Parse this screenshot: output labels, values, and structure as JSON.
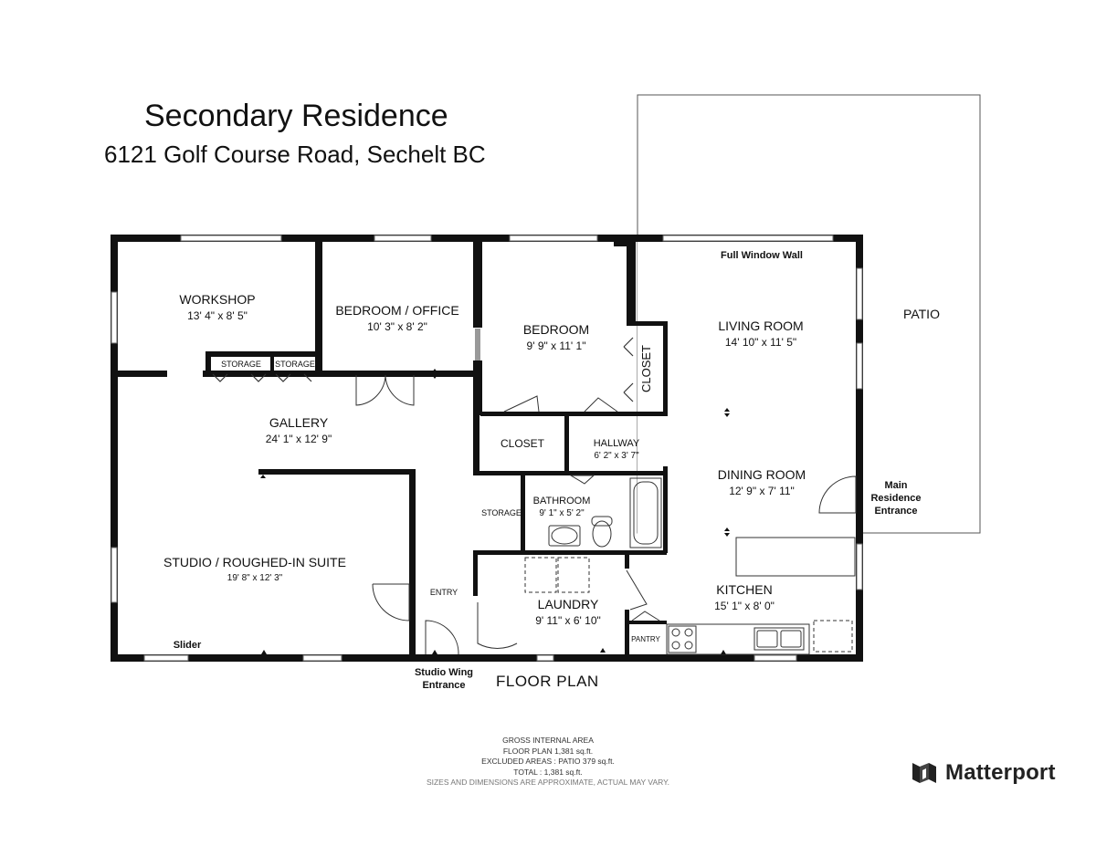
{
  "header": {
    "title": "Secondary Residence",
    "address": "6121 Golf Course Road, Sechelt BC"
  },
  "rooms": {
    "workshop": {
      "name": "WORKSHOP",
      "dim": "13' 4\" x 8' 5\""
    },
    "bedroom_office": {
      "name": "BEDROOM / OFFICE",
      "dim": "10' 3\" x 8' 2\""
    },
    "bedroom": {
      "name": "BEDROOM",
      "dim": "9' 9\" x 11' 1\""
    },
    "living_room": {
      "name": "LIVING ROOM",
      "dim": "14' 10\" x 11' 5\""
    },
    "gallery": {
      "name": "GALLERY",
      "dim": "24' 1\" x 12' 9\""
    },
    "hallway": {
      "name": "HALLWAY",
      "dim": "6' 2\" x 3' 7\""
    },
    "dining_room": {
      "name": "DINING ROOM",
      "dim": "12' 9\" x 7' 11\""
    },
    "bathroom": {
      "name": "BATHROOM",
      "dim": "9' 1\" x 5' 2\""
    },
    "studio": {
      "name": "STUDIO / ROUGHED-IN SUITE",
      "dim": "19' 8\" x 12' 3\""
    },
    "laundry": {
      "name": "LAUNDRY",
      "dim": "9' 11\" x 6' 10\""
    },
    "kitchen": {
      "name": "KITCHEN",
      "dim": "15' 1\" x 8' 0\""
    },
    "patio": {
      "name": "PATIO"
    }
  },
  "labels": {
    "storage": "STORAGE",
    "closet": "CLOSET",
    "pantry": "PANTRY",
    "entry": "ENTRY",
    "full_window_wall": "Full Window Wall",
    "slider": "Slider",
    "studio_entrance_1": "Studio Wing",
    "studio_entrance_2": "Entrance",
    "main_entrance_1": "Main",
    "main_entrance_2": "Residence",
    "main_entrance_3": "Entrance"
  },
  "plan_label": "FLOOR PLAN",
  "area": {
    "heading": "GROSS INTERNAL AREA",
    "floor_plan": "FLOOR PLAN 1,381 sq.ft.",
    "excluded": "EXCLUDED AREAS :  PATIO 379 sq.ft.",
    "total": "TOTAL :  1,381 sq.ft.",
    "disclaimer": "SIZES AND DIMENSIONS ARE APPROXIMATE, ACTUAL MAY VARY."
  },
  "brand": {
    "name": "Matterport",
    "icon": "matterport-logo-icon",
    "color": "#222222"
  }
}
